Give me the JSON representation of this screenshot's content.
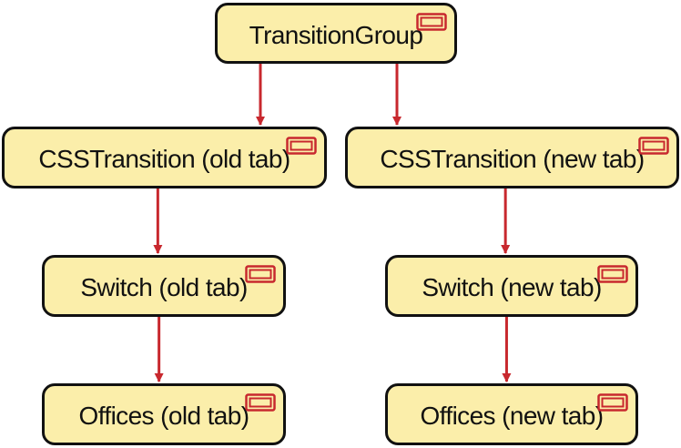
{
  "diagram": {
    "colors": {
      "node_fill": "#fbeeaa",
      "node_border": "#111111",
      "arrow": "#c8282e",
      "icon": "#c8282e"
    },
    "icon_name": "component-icon",
    "nodes": {
      "transition_group": "TransitionGroup",
      "css_old": "CSSTransition (old tab)",
      "css_new": "CSSTransition (new tab)",
      "switch_old": "Switch (old tab)",
      "switch_new": "Switch (new tab)",
      "offices_old": "Offices (old tab)",
      "offices_new": "Offices (new tab)"
    },
    "edges": [
      {
        "from": "transition_group",
        "to": "css_old"
      },
      {
        "from": "transition_group",
        "to": "css_new"
      },
      {
        "from": "css_old",
        "to": "switch_old"
      },
      {
        "from": "css_new",
        "to": "switch_new"
      },
      {
        "from": "switch_old",
        "to": "offices_old"
      },
      {
        "from": "switch_new",
        "to": "offices_new"
      }
    ]
  }
}
